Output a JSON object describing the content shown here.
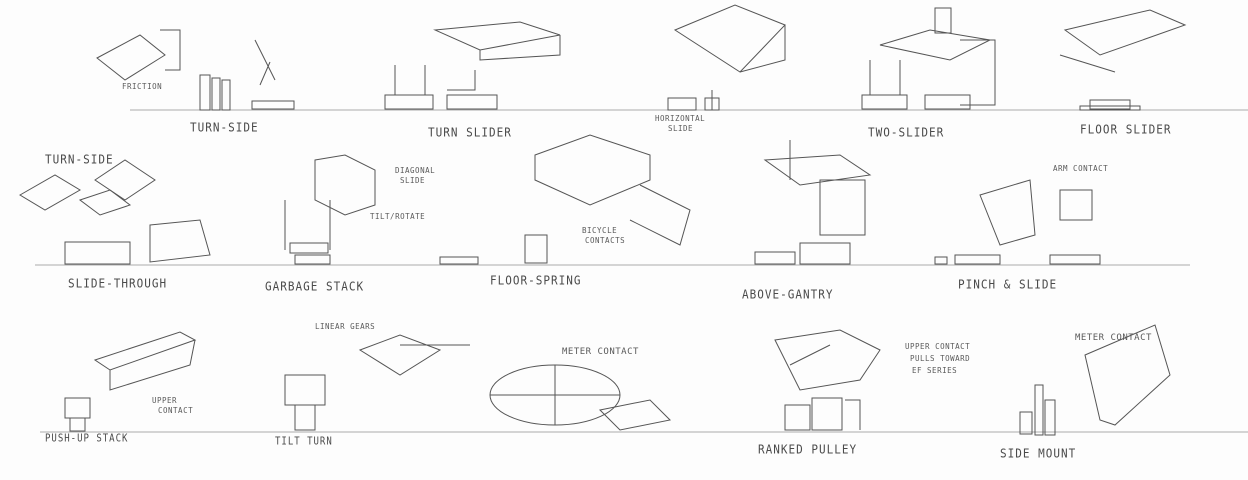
{
  "row1": {
    "labels": [
      "TURN-SIDE",
      "TURN SLIDER",
      "HORIZONTAL",
      "SLIDE",
      "TWO-SLIDER",
      "FLOOR SLIDER"
    ],
    "notes": [
      "FRICTION"
    ]
  },
  "row2": {
    "labels": [
      "TURN-SIDE",
      "SLIDE-THROUGH",
      "GARBAGE STACK",
      "FLOOR-SPRING",
      "ABOVE-GANTRY",
      "PINCH & SLIDE"
    ],
    "notes": [
      "DIAGONAL",
      "SLIDE",
      "TILT/ROTATE",
      "BICYCLE",
      "CONTACTS",
      "ARM CONTACT"
    ]
  },
  "row3": {
    "labels": [
      "PUSH-UP STACK",
      "TILT TURN",
      "RANKED PULLEY",
      "SIDE MOUNT"
    ],
    "notes": [
      "LINEAR GEARS",
      "METER CONTACT",
      "UPPER CONTACT",
      "PULLS TOWARD",
      "EF SERIES",
      "METER CONTACT",
      "UPPER",
      "CONTACT"
    ]
  },
  "colors": {
    "pencil": "#4a4a4a",
    "paper": "#fdfdfd"
  }
}
